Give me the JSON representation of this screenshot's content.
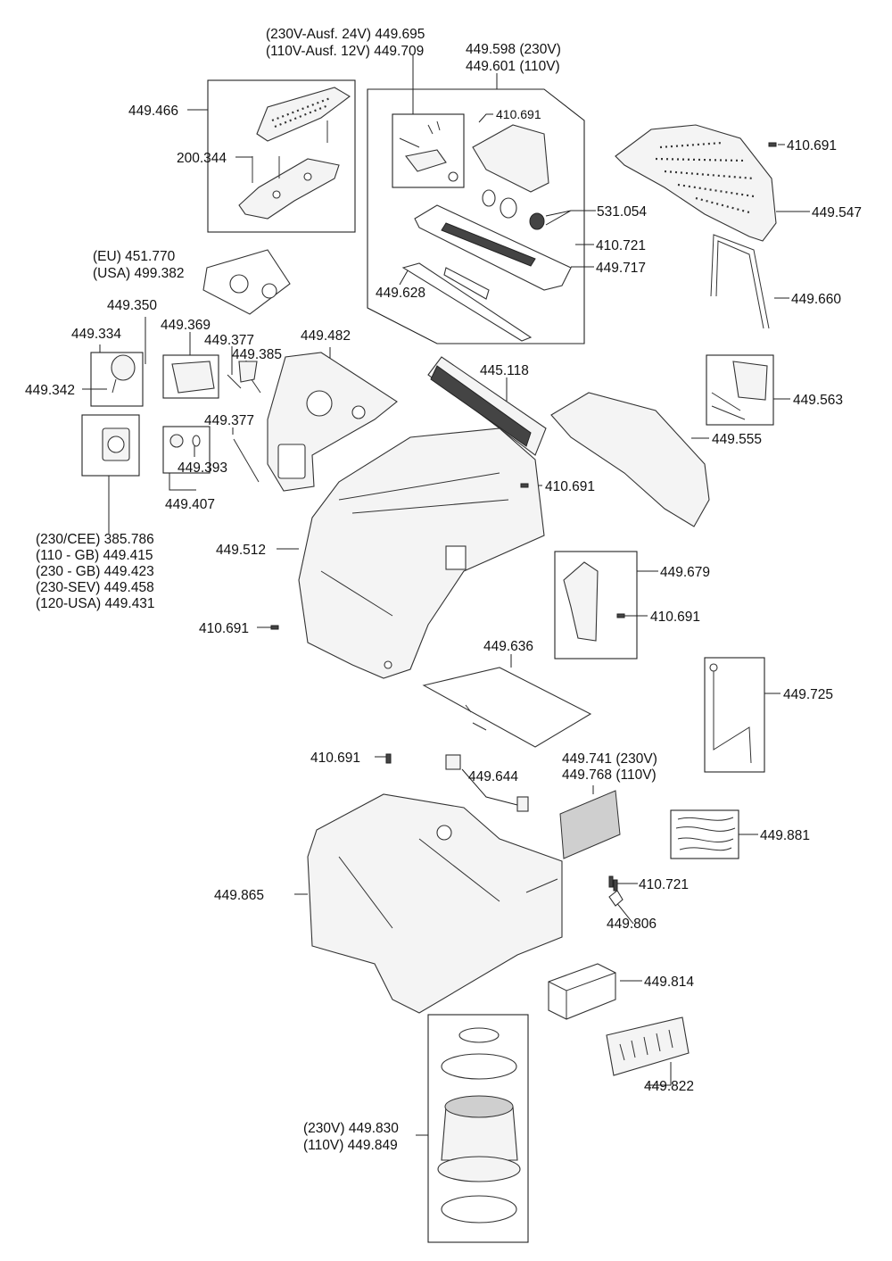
{
  "labels": {
    "l_449_695": "(230V-Ausf. 24V) 449.695",
    "l_449_709": "(110V-Ausf. 12V) 449.709",
    "l_449_598": "449.598 (230V)",
    "l_449_601": "449.601 (110V)",
    "l_449_466": "449.466",
    "l_200_344": "200.344",
    "l_410_691_a": "410.691",
    "l_410_691_b": "410.691",
    "l_449_547": "449.547",
    "l_531_054": "531.054",
    "l_410_721_a": "410.721",
    "l_449_717": "449.717",
    "l_eu": "(EU)  451.770",
    "l_usa": "(USA) 499.382",
    "l_449_628": "449.628",
    "l_449_660": "449.660",
    "l_449_350": "449.350",
    "l_449_369": "449.369",
    "l_449_334": "449.334",
    "l_449_377_a": "449.377",
    "l_449_385": "449.385",
    "l_449_482": "449.482",
    "l_445_118": "445.118",
    "l_449_342": "449.342",
    "l_449_563": "449.563",
    "l_449_377_b": "449.377",
    "l_449_555": "449.555",
    "l_449_393": "449.393",
    "l_410_691_c": "410.691",
    "l_449_407": "449.407",
    "l_230_cee": "(230/CEE) 385.786",
    "l_110_gb": "(110 - GB) 449.415",
    "l_230_gb": "(230 - GB) 449.423",
    "l_230_sev": "(230-SEV) 449.458",
    "l_120_usa": "(120-USA) 449.431",
    "l_449_512": "449.512",
    "l_449_679": "449.679",
    "l_410_691_d": "410.691",
    "l_410_691_e": "410.691",
    "l_449_636": "449.636",
    "l_449_725": "449.725",
    "l_410_691_f": "410.691",
    "l_449_741": "449.741 (230V)",
    "l_449_768": "449.768 (110V)",
    "l_449_644": "449.644",
    "l_449_881": "449.881",
    "l_449_865": "449.865",
    "l_410_721_b": "410.721",
    "l_449_806": "449.806",
    "l_449_814": "449.814",
    "l_449_822": "449.822",
    "l_230v_830": "(230V) 449.830",
    "l_110v_849": "(110V) 449.849"
  }
}
